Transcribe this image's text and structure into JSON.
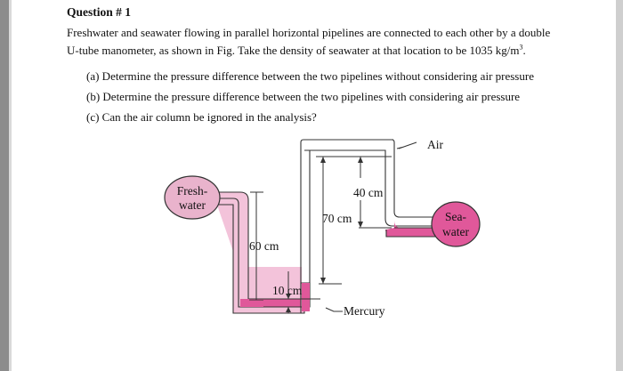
{
  "question": {
    "title": "Question # 1",
    "body_line1": "Freshwater and seawater flowing in parallel horizontal pipelines are connected to each other by a double",
    "body_line2": "U-tube manometer, as shown in Fig. Take the density of seawater at that location to be 1035 kg/m",
    "body_sup": "3",
    "body_end": ".",
    "parts": [
      "(a) Determine the pressure difference between the two pipelines without considering air pressure",
      "(b) Determine the pressure difference between the two pipelines with considering air pressure",
      "(c) Can the air column be ignored in the analysis?"
    ]
  },
  "figure": {
    "label_air": "Air",
    "label_fresh_line1": "Fresh-",
    "label_fresh_line2": "water",
    "label_sea_line1": "Sea-",
    "label_sea_line2": "water",
    "label_40": "40 cm",
    "label_70": "70 cm",
    "label_60": "60 cm",
    "label_10": "10 cm",
    "label_mercury": "Mercury",
    "colors": {
      "liquid": "#e0589a",
      "liquid_light": "#f3c3da",
      "bulb_fresh": "#e9b3cc",
      "bulb_sea": "#e0589a",
      "tube_outline": "#333333"
    }
  }
}
